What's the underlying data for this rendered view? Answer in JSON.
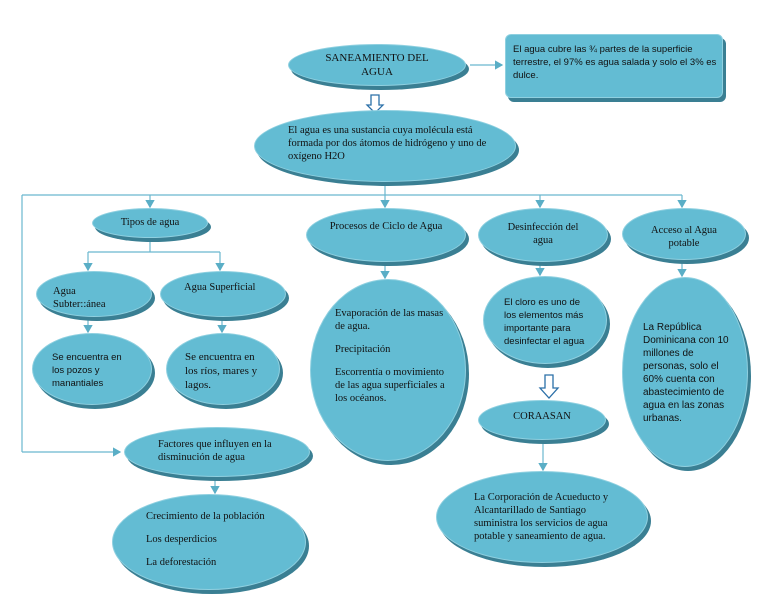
{
  "title": "SANEAMIENTO DEL AGUA",
  "fact_box": "El agua cubre las ¾ partes de la superficie terrestre, el 97% es agua salada y solo el 3% es dulce.",
  "molecule": "El agua es una sustancia cuya molécula está formada por dos átomos de hidrógeno y uno de oxígeno H2O",
  "branches": {
    "tipos": "Tipos de agua",
    "procesos": "Procesos de Ciclo de Agua",
    "desinfeccion": "Desinfección del agua",
    "acceso": "Acceso al Agua potable"
  },
  "tipos": {
    "subterranea": "Agua Subter::ánea",
    "superficial": "Agua Superficial",
    "subterranea_desc": "Se encuentra en los pozos y manantiales",
    "superficial_desc": "Se encuentra en los ríos, mares y lagos."
  },
  "procesos_items": [
    "Evaporación de las masas de agua.",
    "Precipitación",
    "Escorrentía o movimiento de las agua superficiales a los océanos."
  ],
  "desinfeccion_desc": "El cloro es uno de los elementos más importante para desinfectar el agua",
  "coraasan": "CORAASAN",
  "coraasan_desc": "La Corporación de Acueducto y Alcantarillado de Santiago suministra los servicios de agua potable y saneamiento de agua.",
  "acceso_desc": "La República Dominicana con 10 millones de personas, solo el 60%  cuenta con abastecimiento de agua en las zonas urbanas.",
  "factores": "Factores que influyen en la disminución de agua",
  "factores_items": [
    "Crecimiento de la población",
    "Los desperdicios",
    "La deforestación"
  ],
  "colors": {
    "node": "#63bcd3",
    "shadow": "#3a7f93",
    "line": "#6ab8cf"
  }
}
